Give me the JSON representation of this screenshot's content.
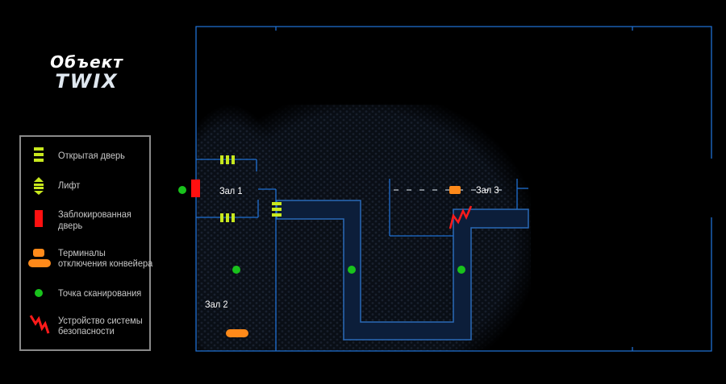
{
  "title": {
    "line1": "Объект",
    "line2": "TWIX"
  },
  "legend": {
    "items": [
      {
        "icon": "open-door-icon",
        "label": "Открытая дверь"
      },
      {
        "icon": "elevator-icon",
        "label": "Лифт"
      },
      {
        "icon": "locked-door-icon",
        "label": "Заблокированная дверь"
      },
      {
        "icon": "terminal-icon",
        "label": "Терминалы отключения конвейера"
      },
      {
        "icon": "scan-point-icon",
        "label": "Точка сканирования"
      },
      {
        "icon": "security-device-icon",
        "label": "Устройство системы безопасности"
      }
    ]
  },
  "map": {
    "halls": {
      "hall1": "Зал 1",
      "hall2": "Зал 2",
      "hall3": "Зал 3"
    }
  },
  "colors": {
    "wall": "#1f6fd1",
    "door": "#c8e81e",
    "locked": "#ff1010",
    "terminal": "#ff8a1a",
    "scan": "#19c21c",
    "security": "#ff1a1a",
    "conveyor": "#0c1e3a"
  }
}
